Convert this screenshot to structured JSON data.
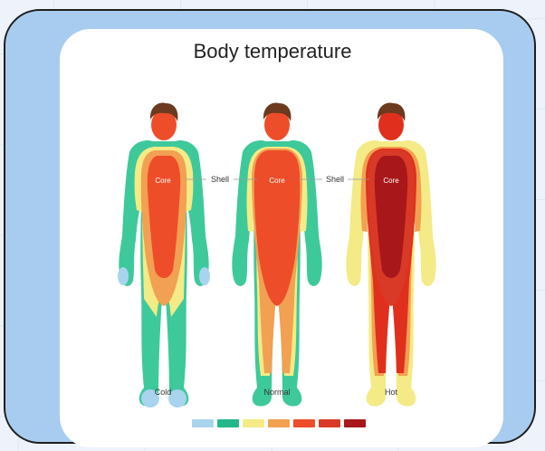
{
  "title": "Body temperature",
  "labels": {
    "core": "Core",
    "shell": "Shell"
  },
  "figures": [
    {
      "label": "Cold"
    },
    {
      "label": "Normal"
    },
    {
      "label": "Hot"
    }
  ],
  "colors": {
    "frame": "#a8ccf0",
    "hair": "#6b3a1f",
    "cool_blue": "#a9d4ee",
    "green": "#3ec99b",
    "yellow": "#f4ea86",
    "orange": "#f2a052",
    "red_orange": "#ee4d2a",
    "red": "#e0301d",
    "dark_red": "#a8181a"
  },
  "legend": [
    {
      "color": "#a9d4ee"
    },
    {
      "color": "#23b889"
    },
    {
      "color": "#f4ea86"
    },
    {
      "color": "#f2a052"
    },
    {
      "color": "#ee4d2a"
    },
    {
      "color": "#d93a27"
    },
    {
      "color": "#a8181a"
    }
  ]
}
